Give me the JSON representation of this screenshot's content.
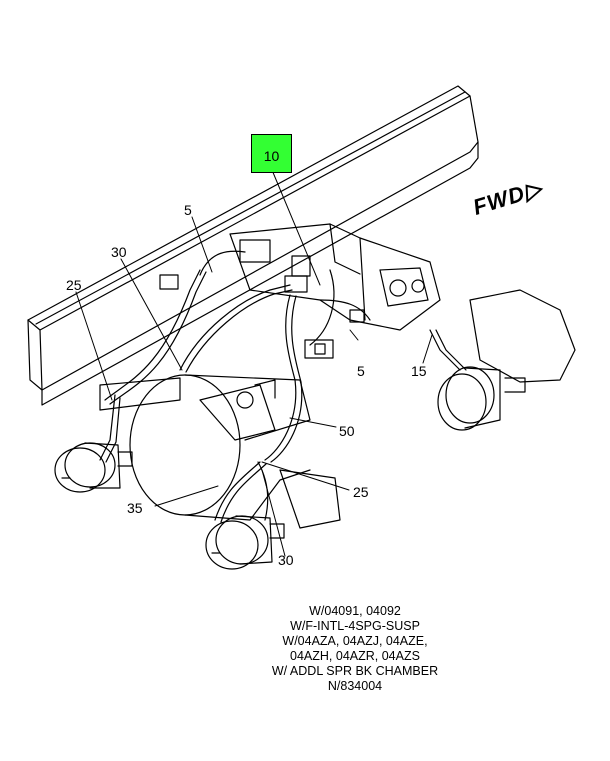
{
  "callouts": {
    "c10": "10",
    "c5_top": "5",
    "c30_top": "30",
    "c25_left": "25",
    "c5_right": "5",
    "c15": "15",
    "c50": "50",
    "c25_bottom": "25",
    "c35": "35",
    "c30_bottom": "30"
  },
  "direction_label": "FWD",
  "notes": [
    "W/04091, 04092",
    "W/F-INTL-4SPG-SUSP",
    "W/04AZA, 04AZJ, 04AZE,",
    "04AZH, 04AZR, 04AZS",
    "W/ ADDL SPR BK CHAMBER",
    "N/834004"
  ],
  "colors": {
    "highlight": "#33ff33",
    "line": "#000000",
    "background": "#ffffff"
  }
}
